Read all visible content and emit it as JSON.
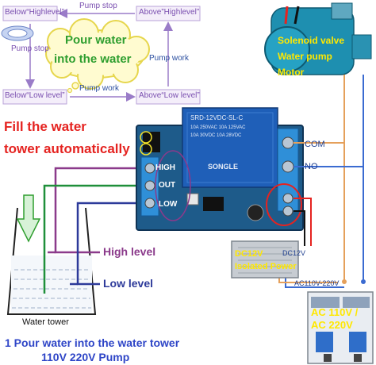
{
  "flowchart": {
    "below_high": "Below“Highlevel”",
    "above_high": "Above”Highlevel”",
    "below_low": "Below“Low level”",
    "above_low": "Above“Low level”",
    "pump_stop_top": "Pump stop",
    "pump_stop_left": "Pump stop",
    "pump_work_right": "Pump work",
    "pump_work_bottom": "Pump work",
    "cloud_line1": "Pour water",
    "cloud_line2": "into the water"
  },
  "heading": {
    "line1": "Fill the water",
    "line2": "tower automatically"
  },
  "relay": {
    "model": "SRD-12VDC-SL-C",
    "brand": "SONGLE",
    "ratings": [
      "10A 250VAC 10A 125VAC",
      "10A 30VDC 10A 28VDC"
    ],
    "terminal_high": "HIGH",
    "terminal_out": "OUT",
    "terminal_low": "LOW"
  },
  "pump": {
    "line1": "Solenoid valve",
    "line2": "Water pump",
    "line3": "Motor"
  },
  "contacts": {
    "com": "COM",
    "no": "NO"
  },
  "power": {
    "dc_label": "DC12V",
    "dc_label_side": "DC12V",
    "dc_line2": "Isolated Power",
    "ac_input": "AC110V-220V",
    "breaker_line1": "AC 110V /",
    "breaker_line2": "AC 220V"
  },
  "tank": {
    "label": "Water tower",
    "high_level": "High level",
    "low_level": "Low level"
  },
  "caption": {
    "line1": "1 Pour water into the water tower",
    "line2": "110V 220V Pump"
  },
  "colors": {
    "flow_text": "#7a4fb0",
    "pump_work_text": "#2b4fa0",
    "cloud_text": "#2f9e2f",
    "heading": "#e52320",
    "pump_label": "#ffe800",
    "wire_high": "#8b3a8b",
    "wire_out": "#1f8f3a",
    "wire_low": "#2d3a9a",
    "wire_com": "#e5a05b",
    "wire_power": "#3b6bd1",
    "caption": "#2e45c7",
    "relay_board": "#1e5b8a"
  }
}
